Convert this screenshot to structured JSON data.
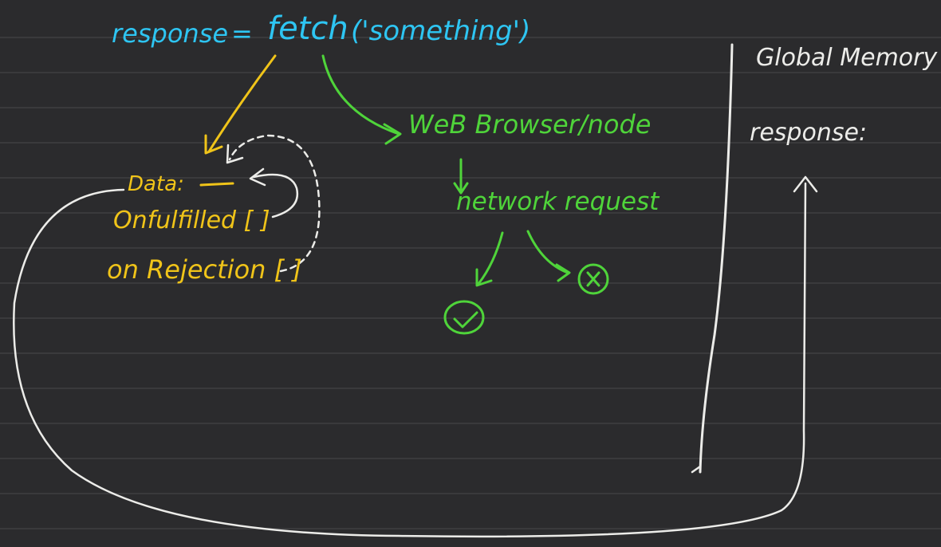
{
  "code_line": {
    "lhs": "response",
    "equals": "=",
    "func": "fetch",
    "arg": "('something')"
  },
  "promise_object": {
    "data_label": "Data:",
    "data_value": "—",
    "on_fulfilled": "Onfulfilled [ ]",
    "on_rejection": "on Rejection [ ]"
  },
  "browser_side": {
    "web_browser": "WeB Browser/node",
    "network_request": "network request",
    "success_symbol": "✓",
    "failure_symbol": "✕"
  },
  "global_memory": {
    "title": "Global Memory",
    "entry": "response:"
  },
  "colors": {
    "code": "#2ec5f2",
    "promise": "#f0c419",
    "browser": "#4fd43a",
    "memory": "#ecece9"
  }
}
